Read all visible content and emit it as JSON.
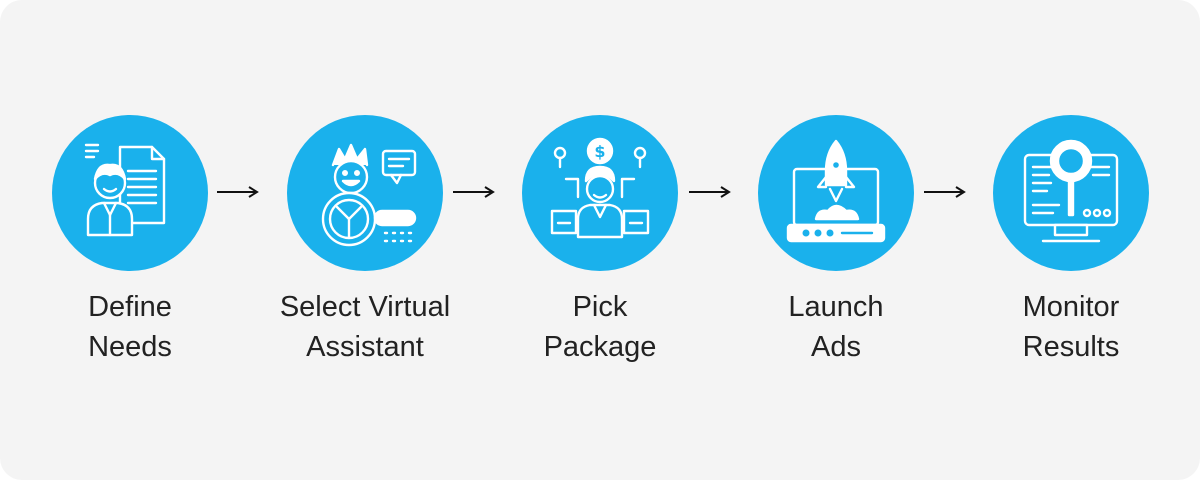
{
  "steps": [
    {
      "line1": "Define",
      "line2": "Needs",
      "icon": "person-document-icon"
    },
    {
      "line1": "Select Virtual",
      "line2": "Assistant",
      "icon": "assistant-search-icon"
    },
    {
      "line1": "Pick",
      "line2": "Package",
      "icon": "package-selection-icon"
    },
    {
      "line1": "Launch",
      "line2": "Ads",
      "icon": "rocket-launch-icon"
    },
    {
      "line1": "Monitor",
      "line2": "Results",
      "icon": "monitor-magnifier-icon"
    }
  ],
  "colors": {
    "accent": "#1ab1ec",
    "panel": "#f4f4f4",
    "text": "#222222",
    "arrow": "#111111"
  }
}
